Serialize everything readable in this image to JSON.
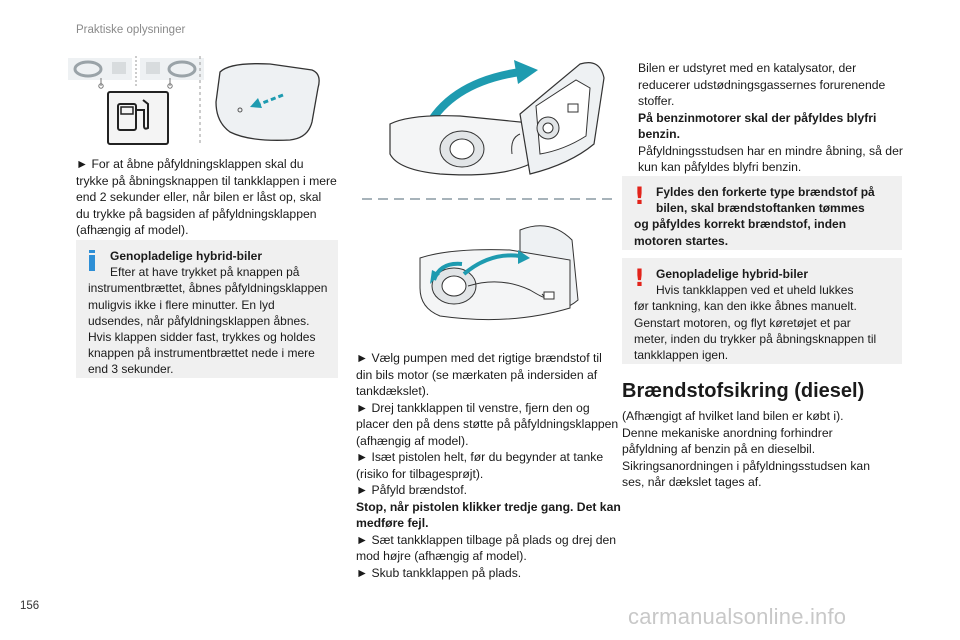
{
  "header": {
    "title": "Praktiske oplysninger"
  },
  "page_number": "156",
  "watermark": "carmanualsonline.info",
  "left": {
    "paragraph_lines": [
      "► For at åbne påfyldningsklappen skal du",
      "trykke på åbningsknappen til tankklappen i mere",
      "end 2 sekunder eller, når bilen er låst op, skal",
      "du trykke på bagsiden af påfyldningsklappen",
      "(afhængig af model)."
    ],
    "info_box": {
      "title": "Genopladelige hybrid-biler",
      "lines": [
        "Efter at have trykket på knappen på",
        "instrumentbrættet, åbnes påfyldningsklappen",
        "muligvis ikke i flere minutter. En lyd",
        "udsendes, når påfyldningsklappen åbnes.",
        "Hvis klappen sidder fast, trykkes og holdes",
        "knappen på instrumentbrættet nede i mere",
        "end 3 sekunder."
      ]
    }
  },
  "middle": {
    "lines": [
      {
        "text": "► Vælg pumpen med det rigtige brændstof til",
        "bold": false
      },
      {
        "text": "din bils motor (se mærkaten på indersiden af",
        "bold": false
      },
      {
        "text": "tankdækslet).",
        "bold": false
      },
      {
        "text": "► Drej tankklappen til venstre, fjern den og",
        "bold": false
      },
      {
        "text": "placer den på dens støtte på påfyldningsklappen",
        "bold": false
      },
      {
        "text": "(afhængig af model).",
        "bold": false
      },
      {
        "text": "► Isæt pistolen helt, før du begynder at tanke",
        "bold": false
      },
      {
        "text": "(risiko for tilbagesprøjt).",
        "bold": false
      },
      {
        "text": "► Påfyld brændstof.",
        "bold": false
      },
      {
        "text": "Stop, når pistolen klikker tredje gang. Det kan",
        "bold": true
      },
      {
        "text": "medføre fejl.",
        "bold": true
      },
      {
        "text": "► Sæt tankklappen tilbage på plads og drej den",
        "bold": false
      },
      {
        "text": "mod højre (afhængig af model).",
        "bold": false
      },
      {
        "text": "► Skub tankklappen på plads.",
        "bold": false
      }
    ]
  },
  "right": {
    "intro_lines": [
      {
        "text": "Bilen er udstyret med en katalysator, der",
        "bold": false
      },
      {
        "text": "reducerer udstødningsgassernes forurenende",
        "bold": false
      },
      {
        "text": "stoffer.",
        "bold": false
      },
      {
        "text": "På benzinmotorer skal der påfyldes blyfri",
        "bold": true
      },
      {
        "text": "benzin.",
        "bold": true
      },
      {
        "text": "Påfyldningsstudsen har en mindre åbning, så der",
        "bold": false
      },
      {
        "text": "kun kan påfyldes blyfri benzin.",
        "bold": false
      }
    ],
    "warning1_lines": [
      "Fyldes den forkerte type brændstof på",
      "bilen, skal brændstoftanken tømmes",
      "og påfyldes korrekt brændstof, inden",
      "motoren startes."
    ],
    "warning2": {
      "title": "Genopladelige hybrid-biler",
      "lines": [
        "Hvis tankklappen ved et uheld lukkes",
        "før tankning, kan den ikke åbnes manuelt.",
        "Genstart motoren, og flyt køretøjet et par",
        "meter, inden du trykker på åbningsknappen til",
        "tankklappen igen."
      ]
    },
    "section_heading": "Brændstofsikring (diesel)",
    "section_lines": [
      "(Afhængigt af hvilket land bilen er købt i).",
      "Denne mekaniske anordning forhindrer",
      "påfyldning af benzin på en dieselbil.",
      "Sikringsanordningen i påfyldningsstudsen kan",
      "ses, når dækslet tages af."
    ]
  },
  "icons": {
    "info": "info-icon",
    "warning": "warning-icon",
    "fuel": "fuel-pump-icon",
    "steering": "steering-wheel-icon"
  },
  "colors": {
    "info_accent": "#2e8fd6",
    "warning_accent": "#e2231a",
    "box_bg": "#f0f0f0",
    "illustration_accent": "#1e9bb0"
  }
}
